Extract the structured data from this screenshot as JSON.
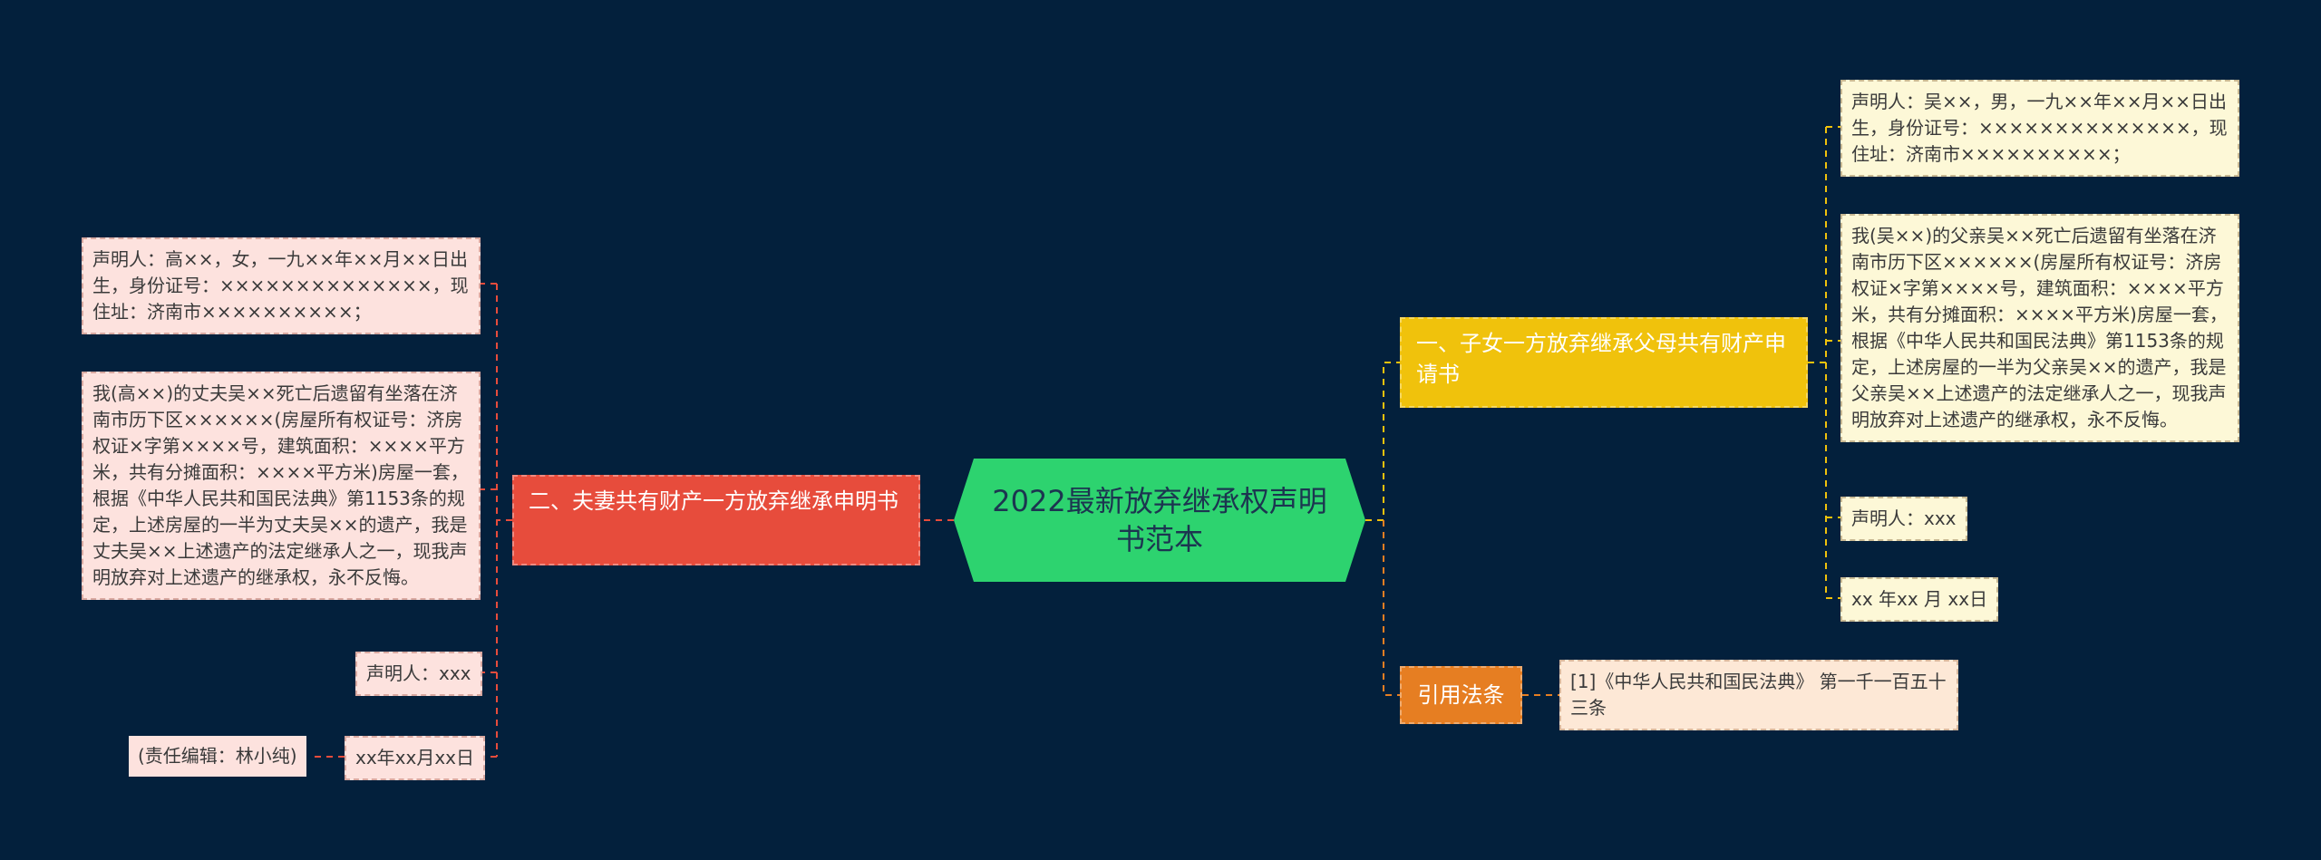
{
  "title": "2022最新放弃继承权声明书范本",
  "branch_right": {
    "label": "一、子女一方放弃继承父母共有财产申请书",
    "leaves": [
      "声明人：吴××，男，一九××年××月××日出生，身份证号：××××××××××××××，现住址：济南市××××××××××；",
      "我(吴××)的父亲吴××死亡后遗留有坐落在济南市历下区××××××(房屋所有权证号：济房权证×字第××××号，建筑面积：××××平方米，共有分摊面积：××××平方米)房屋一套，根据《中华人民共和国民法典》第1153条的规定，上述房屋的一半为父亲吴××的遗产，我是父亲吴××上述遗产的法定继承人之一，现我声明放弃对上述遗产的继承权，永不反悔。",
      "声明人：xxx",
      "xx 年xx 月 xx日"
    ]
  },
  "branch_law": {
    "label": "引用法条",
    "leaf": "[1]《中华人民共和国民法典》 第一千一百五十三条"
  },
  "branch_left": {
    "label": "二、夫妻共有财产一方放弃继承申明书",
    "leaves": [
      "声明人：高××，女，一九××年××月××日出生，身份证号：××××××××××××××，现住址：济南市××××××××××；",
      "我(高××)的丈夫吴××死亡后遗留有坐落在济南市历下区××××××(房屋所有权证号：济房权证×字第××××号，建筑面积：××××平方米，共有分摊面积：××××平方米)房屋一套，根据《中华人民共和国民法典》第1153条的规定，上述房屋的一半为丈夫吴××的遗产，我是丈夫吴××上述遗产的法定继承人之一，现我声明放弃对上述遗产的继承权，永不反悔。",
      "声明人：xxx",
      "xx年xx月xx日"
    ],
    "note": "(责任编辑：林小纯)"
  },
  "colors": {
    "background": "#03203c",
    "center": "#2dd36f",
    "branch_right": "#f0c20c",
    "branch_left": "#e74c3c",
    "branch_law": "#e67e22"
  }
}
